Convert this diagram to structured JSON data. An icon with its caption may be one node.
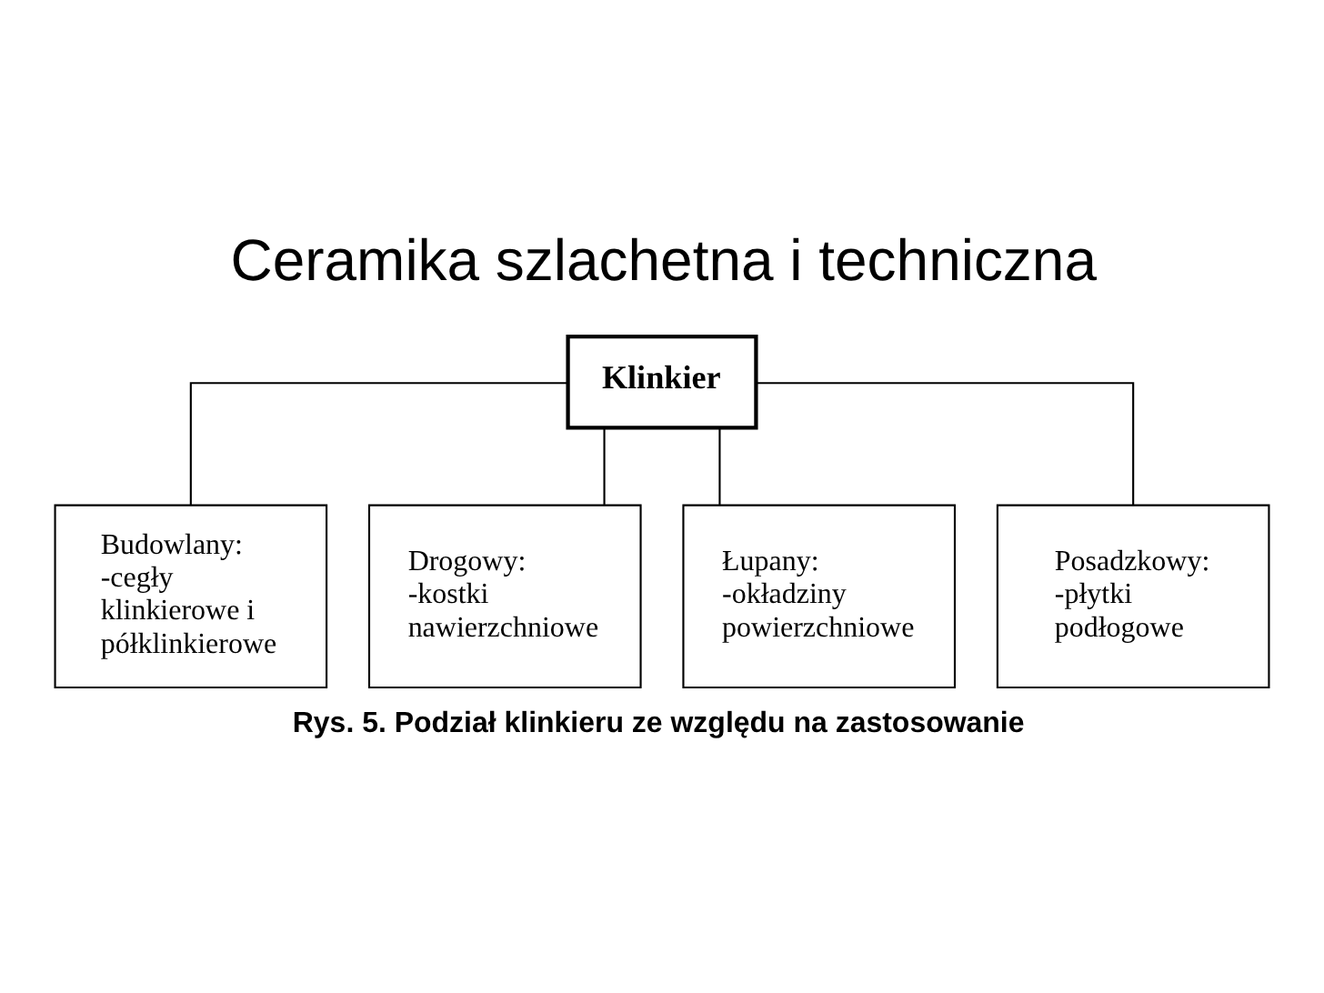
{
  "diagram": {
    "title": "Ceramika szlachetna i techniczna",
    "caption": "Rys. 5. Podział klinkieru ze względu na zastosowanie",
    "nodes": [
      {
        "text": [
          "Klinkier"
        ]
      },
      {
        "text": [
          "Budowlany:",
          "-cegły klinkierowe i półklinkierowe"
        ]
      },
      {
        "text": [
          "Drogowy:",
          "-kostki nawierzchniowe"
        ]
      },
      {
        "text": [
          "Łupany:",
          "-okładziny powierzchniowe"
        ]
      },
      {
        "text": [
          "Posadzkowy:",
          "-płytki podłogowe"
        ]
      }
    ],
    "edges": [
      {
        "from": 0,
        "to": 1,
        "arrow": "none"
      },
      {
        "from": 0,
        "to": 2,
        "arrow": "none"
      },
      {
        "from": 0,
        "to": 3,
        "arrow": "none"
      },
      {
        "from": 0,
        "to": 4,
        "arrow": "none"
      }
    ]
  }
}
